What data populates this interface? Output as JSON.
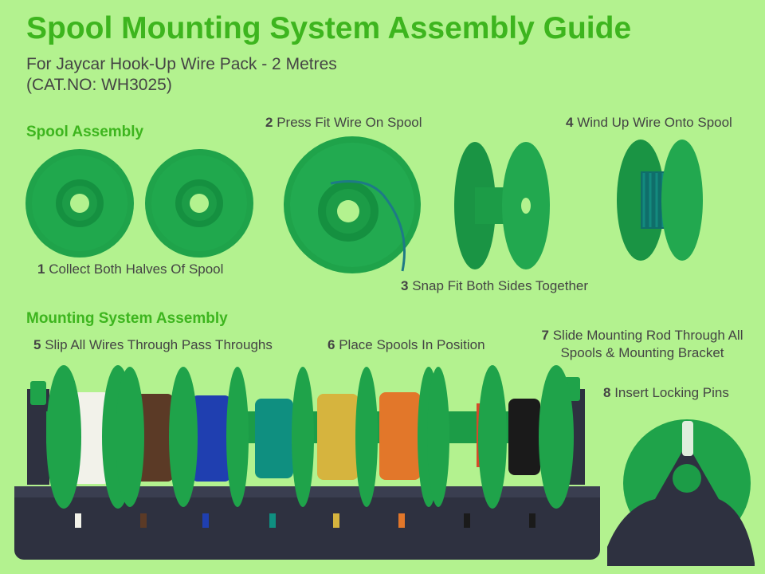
{
  "header": {
    "title": "Spool Mounting System Assembly Guide",
    "subtitle_line1": "For Jaycar Hook-Up Wire Pack - 2 Metres",
    "subtitle_line2": "(CAT.NO: WH3025)"
  },
  "sections": {
    "spool_assembly": "Spool Assembly",
    "mounting_assembly": "Mounting System Assembly"
  },
  "steps": [
    {
      "num": "1",
      "text": "Collect Both Halves Of Spool"
    },
    {
      "num": "2",
      "text": "Press Fit Wire On Spool"
    },
    {
      "num": "3",
      "text": "Snap Fit Both Sides Together"
    },
    {
      "num": "4",
      "text": "Wind Up Wire Onto Spool"
    },
    {
      "num": "5",
      "text": "Slip All Wires Through Pass Throughs"
    },
    {
      "num": "6",
      "text": "Place Spools In Position"
    },
    {
      "num": "7",
      "text": "Slide Mounting Rod Through All",
      "text2": "Spools & Mounting Bracket"
    },
    {
      "num": "8",
      "text": "Insert Locking Pins"
    }
  ],
  "colors": {
    "background": "#b3f28f",
    "accent": "#3db51e",
    "spool_green": "#1fa34a",
    "bracket": "#2e3140",
    "wire_colors": [
      "#f2f2ea",
      "#5b3a26",
      "#1f3fb0",
      "#0f8f80",
      "#d6b43e",
      "#e2772a",
      "#d64a2a",
      "#1a1a1a"
    ]
  }
}
